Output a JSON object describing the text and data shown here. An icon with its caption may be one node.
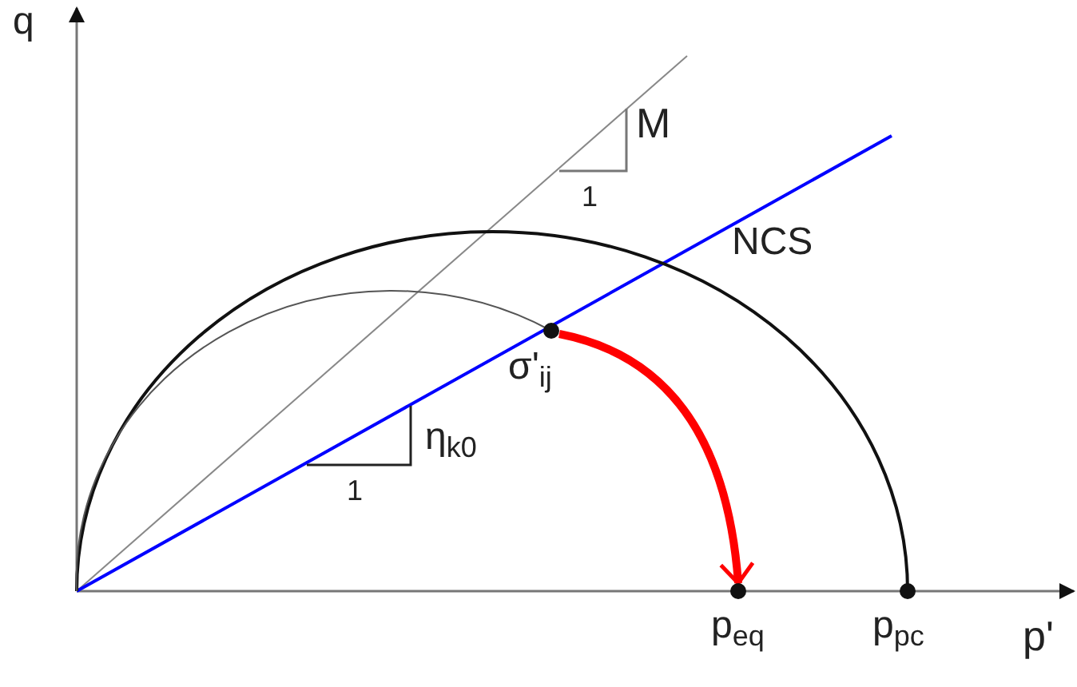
{
  "diagram": {
    "nodes": [
      {
        "text": [],
        "shape": "circle",
        "beside": [
          "σ'$_{ij}$"
        ]
      },
      {
        "text": [],
        "shape": "circle",
        "beside": [
          "p$_{eq}$"
        ]
      },
      {
        "text": [],
        "shape": "circle",
        "beside": [
          "p$_{pc}$"
        ]
      }
    ],
    "edges": [
      {
        "from": 0,
        "to": 1,
        "arrow": "to",
        "color": "#ff0000"
      }
    ],
    "labels": [
      "q",
      "M",
      "1",
      "NCS",
      "η$_{k0}$",
      "1",
      "p'"
    ]
  }
}
